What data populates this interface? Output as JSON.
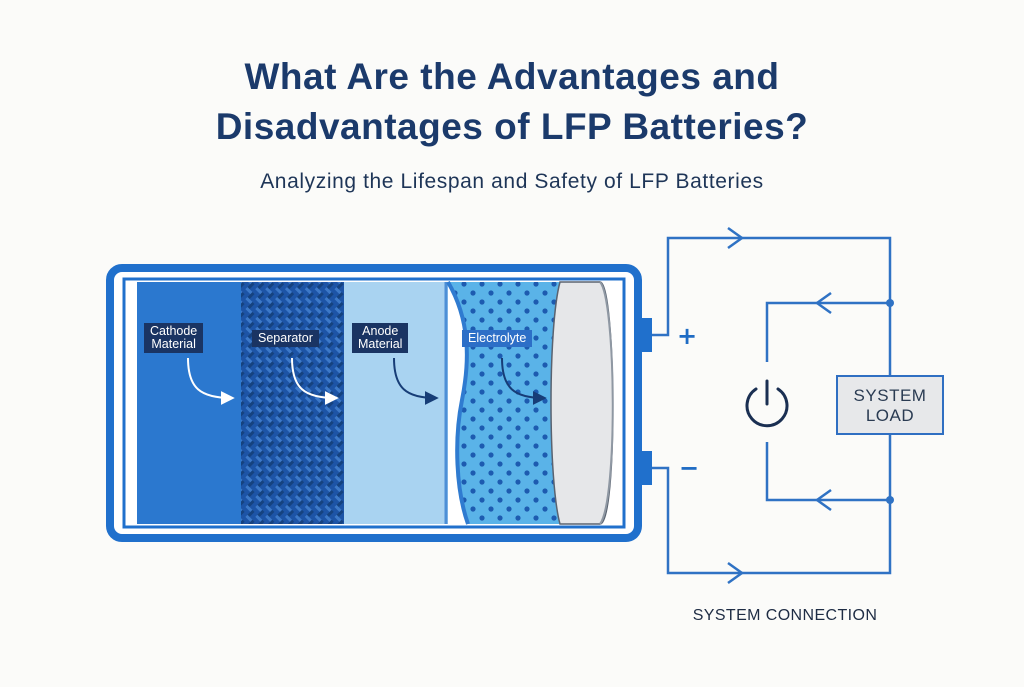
{
  "title": {
    "line1": "What Are the Advantages and",
    "line2": "Disadvantages of LFP Batteries?"
  },
  "subtitle": "Analyzing the Lifespan and Safety of LFP Batteries",
  "battery": {
    "layers": [
      {
        "label_line1": "Cathode",
        "label_line2": "Material",
        "color": "#2b78cf"
      },
      {
        "label_line1": "Separator",
        "label_line2": "",
        "color": "#1d54a6"
      },
      {
        "label_line1": "Anode",
        "label_line2": "Material",
        "color": "#a9d3f1"
      },
      {
        "label_line1": "Electrolyte",
        "label_line2": "",
        "color": "#5ab3e8"
      }
    ],
    "terminals": {
      "positive": "+",
      "negative": "−"
    },
    "casing_color": "#2070cc"
  },
  "circuit": {
    "power_icon": "power-icon",
    "load_label_line1": "SYSTEM",
    "load_label_line2": "LOAD",
    "caption": "SYSTEM CONNECTION",
    "wire_color": "#2f72c4"
  },
  "colors": {
    "title": "#1b3a6b",
    "accent": "#2070cc"
  }
}
